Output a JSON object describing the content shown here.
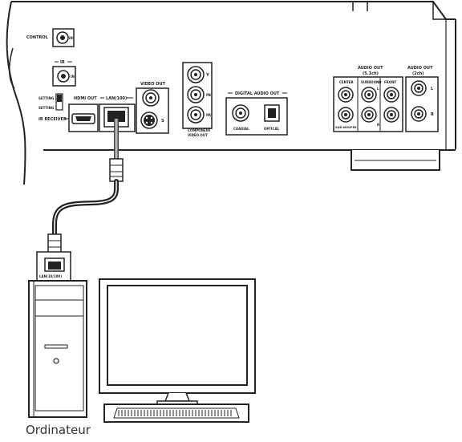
{
  "labels": {
    "control": "CONTROL",
    "in": "IN",
    "ir": "IR",
    "setting2": "SETTING 2",
    "setting1": "SETTING 1",
    "ir_receiver": "IR RECEIVER",
    "hdmi_out": "HDMI OUT",
    "lan": "LAN(100)",
    "video_out": "VIDEO OUT",
    "s": "S",
    "y": "Y",
    "pb": "PB",
    "pr": "PR",
    "component_1": "COMPONENT",
    "component_2": "VIDEO OUT",
    "digital_audio_out": "DIGITAL AUDIO OUT",
    "coaxial": "COAXIAL",
    "optical": "OPTICAL",
    "audio_out_51_a": "AUDIO OUT",
    "audio_out_51_b": "(5.1ch)",
    "center": "CENTER",
    "surround": "SURROUND",
    "front": "FRONT",
    "sub_woofer": "SUB WOOFER",
    "l": "L",
    "r": "R",
    "audio_out_2ch_a": "AUDIO OUT",
    "audio_out_2ch_b": "(2ch)",
    "pc_lan": "LAN(10/100)",
    "caption": "Ordinateur"
  }
}
